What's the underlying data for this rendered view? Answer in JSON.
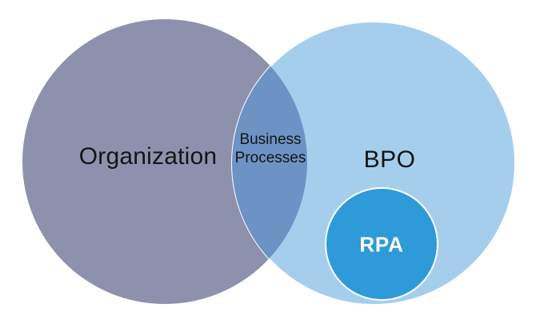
{
  "diagram": {
    "type": "venn",
    "background": "#FFFFFF",
    "outline_color": "#FFFFFF",
    "text_color": "#141414",
    "sets": [
      {
        "id": "organization",
        "label": "Organization",
        "fill": "#8E91AE"
      },
      {
        "id": "bpo",
        "label": "BPO",
        "fill": "#A5CEED"
      },
      {
        "id": "rpa",
        "label": "RPA",
        "fill": "#2F9AD9",
        "label_color": "#FFFFFF",
        "contained_in": "bpo"
      }
    ],
    "intersection": {
      "between": [
        "organization",
        "bpo"
      ],
      "label": "Business Processes",
      "label_line1": "Business",
      "label_line2": "Processes",
      "fill": "#6C93C4"
    }
  }
}
